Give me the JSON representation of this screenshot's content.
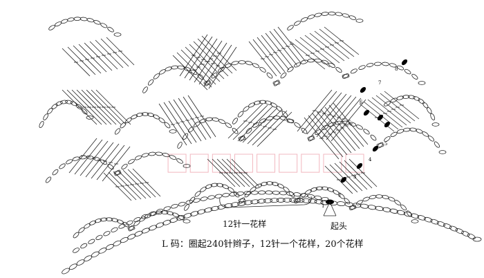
{
  "diagram": {
    "caption": "L 码：圈起240针辫子，12针一个花样，20个花样",
    "repeat_label": "12针一花样",
    "start_label": "起头",
    "row_numbers": [
      "1",
      "2",
      "3",
      "4",
      "5",
      "6",
      "7",
      "8"
    ],
    "colors": {
      "ink": "#222222",
      "marker": "#000000",
      "watermark": "#f2b8c0"
    }
  }
}
